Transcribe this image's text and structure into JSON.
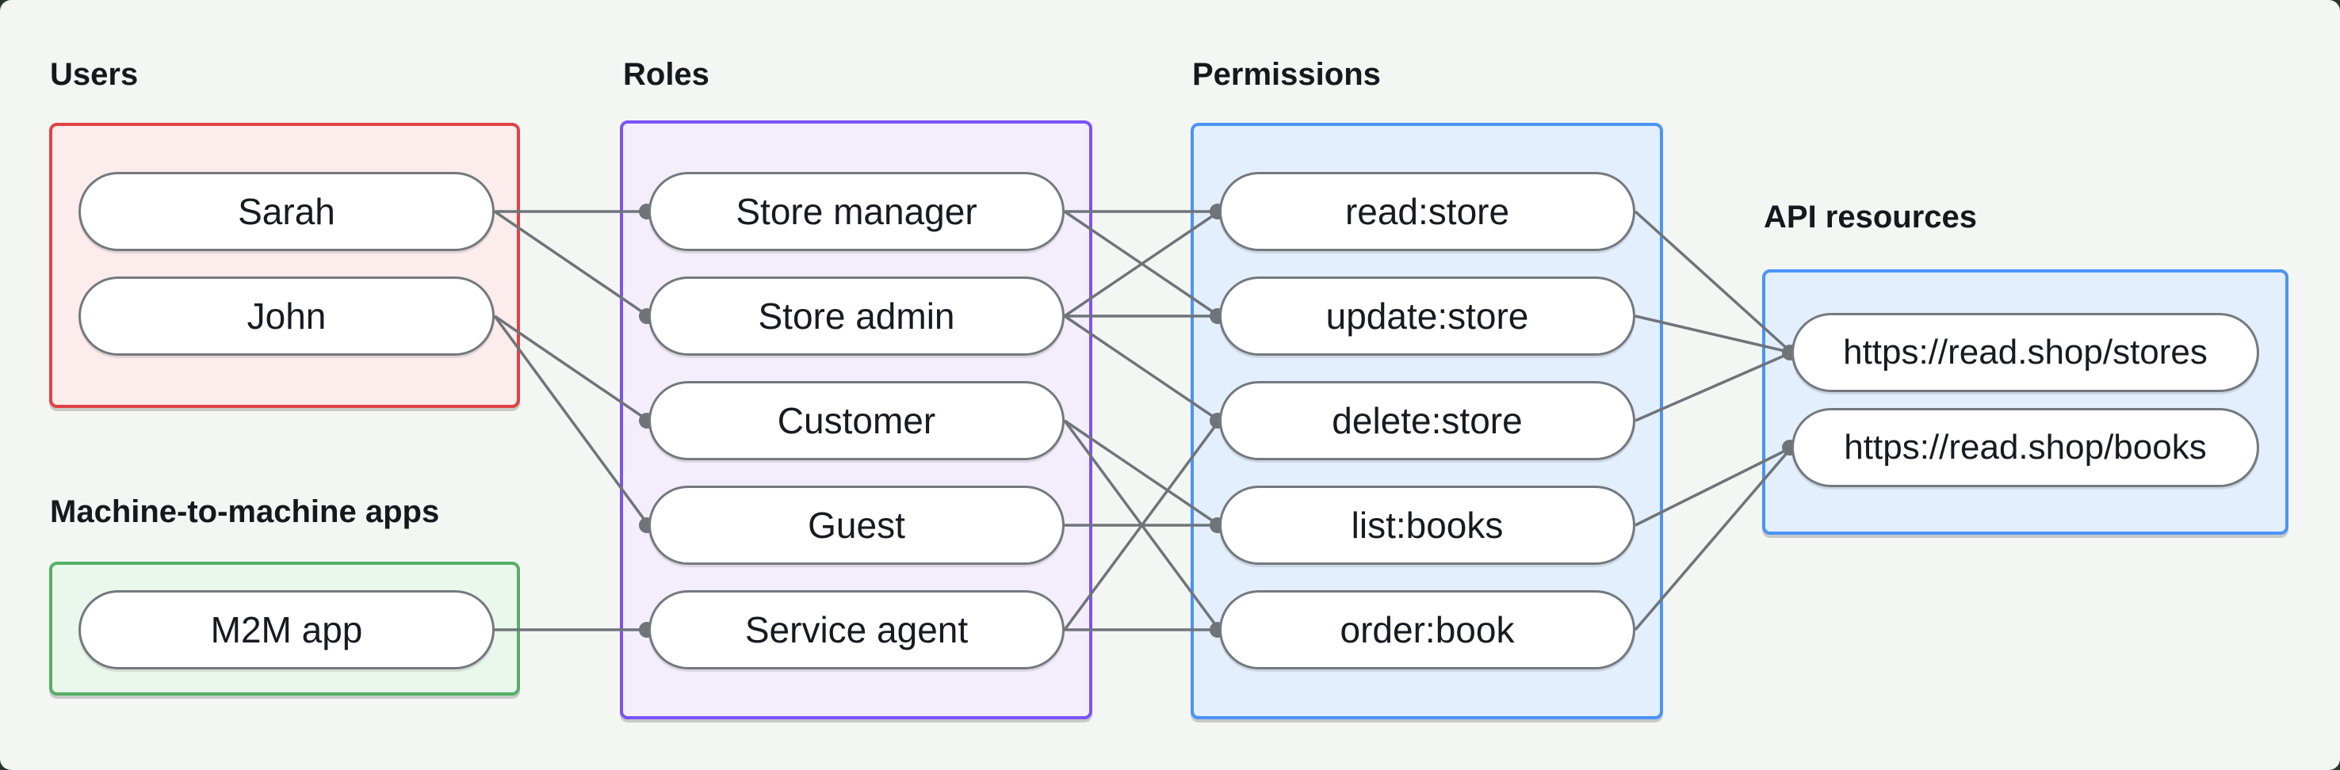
{
  "canvas": {
    "background": "#f4f6f4",
    "page_behind": "#24382c"
  },
  "style": {
    "line_color": "#6f7479",
    "dot_color": "#6f7479",
    "pill_border": "#74797e"
  },
  "groups": {
    "users": {
      "label": "Users",
      "border": "#e04345",
      "fill": "#fcecec"
    },
    "m2m": {
      "label": "Machine-to-machine apps",
      "border": "#55b066",
      "fill": "#eaf7ec"
    },
    "roles": {
      "label": "Roles",
      "border": "#7c52f5",
      "fill": "#f4eefc"
    },
    "permissions": {
      "label": "Permissions",
      "border": "#4a94f8",
      "fill": "#e3effd"
    },
    "api": {
      "label": "API resources",
      "border": "#4a94f8",
      "fill": "#e3effd"
    }
  },
  "nodes": {
    "sarah": {
      "label": "Sarah"
    },
    "john": {
      "label": "John"
    },
    "m2m-app": {
      "label": "M2M app"
    },
    "store-manager": {
      "label": "Store manager"
    },
    "store-admin": {
      "label": "Store admin"
    },
    "customer": {
      "label": "Customer"
    },
    "guest": {
      "label": "Guest"
    },
    "service-agent": {
      "label": "Service agent"
    },
    "read-store": {
      "label": "read:store"
    },
    "update-store": {
      "label": "update:store"
    },
    "delete-store": {
      "label": "delete:store"
    },
    "list-books": {
      "label": "list:books"
    },
    "order-book": {
      "label": "order:book"
    },
    "stores": {
      "label": "https://read.shop/stores"
    },
    "books": {
      "label": "https://read.shop/books"
    }
  },
  "edges": [
    {
      "from": "sarah",
      "to": "store-manager"
    },
    {
      "from": "sarah",
      "to": "store-admin"
    },
    {
      "from": "john",
      "to": "customer"
    },
    {
      "from": "john",
      "to": "guest"
    },
    {
      "from": "m2m-app",
      "to": "service-agent"
    },
    {
      "from": "store-manager",
      "to": "read-store"
    },
    {
      "from": "store-manager",
      "to": "update-store"
    },
    {
      "from": "store-admin",
      "to": "read-store"
    },
    {
      "from": "store-admin",
      "to": "update-store"
    },
    {
      "from": "store-admin",
      "to": "delete-store"
    },
    {
      "from": "customer",
      "to": "list-books"
    },
    {
      "from": "customer",
      "to": "order-book"
    },
    {
      "from": "guest",
      "to": "list-books"
    },
    {
      "from": "service-agent",
      "to": "delete-store"
    },
    {
      "from": "service-agent",
      "to": "order-book"
    },
    {
      "from": "read-store",
      "to": "stores"
    },
    {
      "from": "update-store",
      "to": "stores"
    },
    {
      "from": "delete-store",
      "to": "stores"
    },
    {
      "from": "list-books",
      "to": "books"
    },
    {
      "from": "order-book",
      "to": "books"
    }
  ]
}
